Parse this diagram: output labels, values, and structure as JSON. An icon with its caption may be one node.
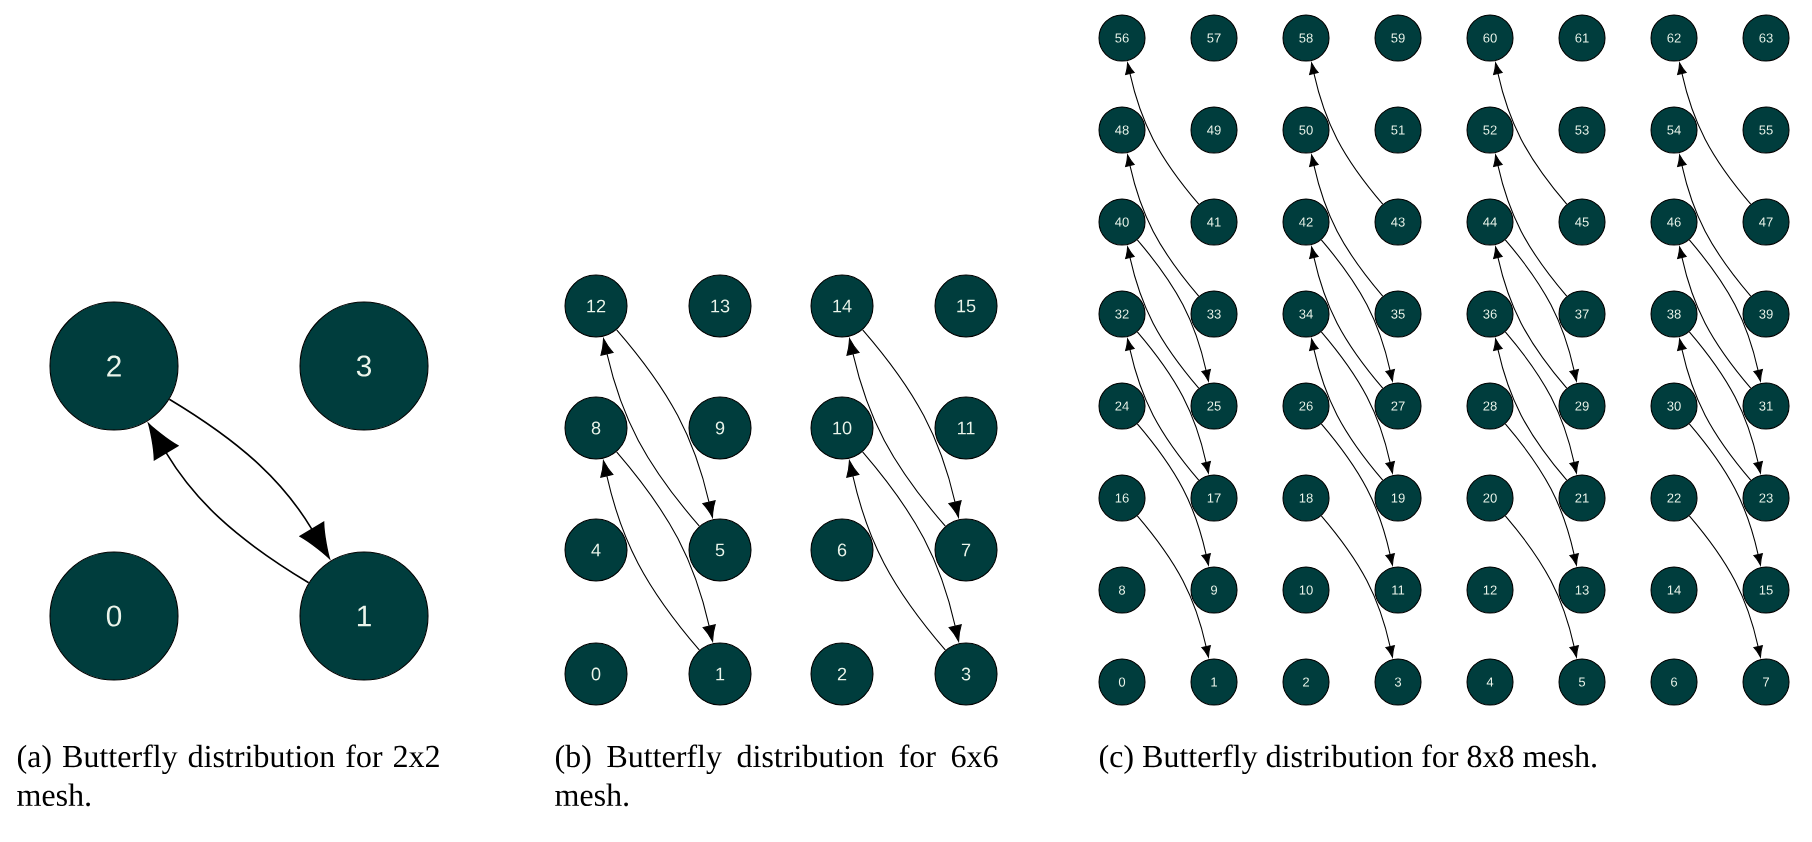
{
  "diagram": {
    "nodes": [
      {
        "text": [
          "0"
        ]
      },
      {
        "text": [
          "1"
        ]
      },
      {
        "text": [
          "2"
        ]
      },
      {
        "text": [
          "3"
        ]
      },
      {
        "text": [
          "0"
        ]
      },
      {
        "text": [
          "1"
        ]
      },
      {
        "text": [
          "2"
        ]
      },
      {
        "text": [
          "3"
        ]
      },
      {
        "text": [
          "4"
        ]
      },
      {
        "text": [
          "5"
        ]
      },
      {
        "text": [
          "6"
        ]
      },
      {
        "text": [
          "7"
        ]
      },
      {
        "text": [
          "8"
        ]
      },
      {
        "text": [
          "9"
        ]
      },
      {
        "text": [
          "10"
        ]
      },
      {
        "text": [
          "11"
        ]
      },
      {
        "text": [
          "12"
        ]
      },
      {
        "text": [
          "13"
        ]
      },
      {
        "text": [
          "14"
        ]
      },
      {
        "text": [
          "15"
        ]
      },
      {
        "text": [
          "0"
        ]
      },
      {
        "text": [
          "1"
        ]
      },
      {
        "text": [
          "2"
        ]
      },
      {
        "text": [
          "3"
        ]
      },
      {
        "text": [
          "4"
        ]
      },
      {
        "text": [
          "5"
        ]
      },
      {
        "text": [
          "6"
        ]
      },
      {
        "text": [
          "7"
        ]
      },
      {
        "text": [
          "8"
        ]
      },
      {
        "text": [
          "9"
        ]
      },
      {
        "text": [
          "10"
        ]
      },
      {
        "text": [
          "11"
        ]
      },
      {
        "text": [
          "12"
        ]
      },
      {
        "text": [
          "13"
        ]
      },
      {
        "text": [
          "14"
        ]
      },
      {
        "text": [
          "15"
        ]
      },
      {
        "text": [
          "16"
        ]
      },
      {
        "text": [
          "17"
        ]
      },
      {
        "text": [
          "18"
        ]
      },
      {
        "text": [
          "19"
        ]
      },
      {
        "text": [
          "20"
        ]
      },
      {
        "text": [
          "21"
        ]
      },
      {
        "text": [
          "22"
        ]
      },
      {
        "text": [
          "23"
        ]
      },
      {
        "text": [
          "24"
        ]
      },
      {
        "text": [
          "25"
        ]
      },
      {
        "text": [
          "26"
        ]
      },
      {
        "text": [
          "27"
        ]
      },
      {
        "text": [
          "28"
        ]
      },
      {
        "text": [
          "29"
        ]
      },
      {
        "text": [
          "30"
        ]
      },
      {
        "text": [
          "31"
        ]
      },
      {
        "text": [
          "32"
        ]
      },
      {
        "text": [
          "33"
        ]
      },
      {
        "text": [
          "34"
        ]
      },
      {
        "text": [
          "35"
        ]
      },
      {
        "text": [
          "36"
        ]
      },
      {
        "text": [
          "37"
        ]
      },
      {
        "text": [
          "38"
        ]
      },
      {
        "text": [
          "39"
        ]
      },
      {
        "text": [
          "40"
        ]
      },
      {
        "text": [
          "41"
        ]
      },
      {
        "text": [
          "42"
        ]
      },
      {
        "text": [
          "43"
        ]
      },
      {
        "text": [
          "44"
        ]
      },
      {
        "text": [
          "45"
        ]
      },
      {
        "text": [
          "46"
        ]
      },
      {
        "text": [
          "47"
        ]
      },
      {
        "text": [
          "48"
        ]
      },
      {
        "text": [
          "49"
        ]
      },
      {
        "text": [
          "50"
        ]
      },
      {
        "text": [
          "51"
        ]
      },
      {
        "text": [
          "52"
        ]
      },
      {
        "text": [
          "53"
        ]
      },
      {
        "text": [
          "54"
        ]
      },
      {
        "text": [
          "55"
        ]
      },
      {
        "text": [
          "56"
        ]
      },
      {
        "text": [
          "57"
        ]
      },
      {
        "text": [
          "58"
        ]
      },
      {
        "text": [
          "59"
        ]
      },
      {
        "text": [
          "60"
        ]
      },
      {
        "text": [
          "61"
        ]
      },
      {
        "text": [
          "62"
        ]
      },
      {
        "text": [
          "63"
        ]
      }
    ],
    "edges": [
      {
        "from": 2,
        "to": 1,
        "arrow": "to"
      },
      {
        "from": 1,
        "to": 2,
        "arrow": "to"
      },
      {
        "from": 12,
        "to": 5,
        "arrow": "to"
      },
      {
        "from": 5,
        "to": 12,
        "arrow": "to"
      },
      {
        "from": 16,
        "to": 9,
        "arrow": "to"
      },
      {
        "from": 9,
        "to": 16,
        "arrow": "to"
      },
      {
        "from": 14,
        "to": 7,
        "arrow": "to"
      },
      {
        "from": 7,
        "to": 14,
        "arrow": "to"
      },
      {
        "from": 18,
        "to": 11,
        "arrow": "to"
      },
      {
        "from": 11,
        "to": 18,
        "arrow": "to"
      },
      {
        "from": 36,
        "to": 21,
        "arrow": "to"
      },
      {
        "from": 44,
        "to": 29,
        "arrow": "to"
      },
      {
        "from": 52,
        "to": 37,
        "arrow": "to"
      },
      {
        "from": 60,
        "to": 45,
        "arrow": "to"
      },
      {
        "from": 37,
        "to": 52,
        "arrow": "to"
      },
      {
        "from": 45,
        "to": 60,
        "arrow": "to"
      },
      {
        "from": 53,
        "to": 68,
        "arrow": "to"
      },
      {
        "from": 61,
        "to": 76,
        "arrow": "to"
      },
      {
        "from": 38,
        "to": 23,
        "arrow": "to"
      },
      {
        "from": 46,
        "to": 31,
        "arrow": "to"
      },
      {
        "from": 54,
        "to": 39,
        "arrow": "to"
      },
      {
        "from": 62,
        "to": 47,
        "arrow": "to"
      },
      {
        "from": 39,
        "to": 54,
        "arrow": "to"
      },
      {
        "from": 47,
        "to": 62,
        "arrow": "to"
      },
      {
        "from": 55,
        "to": 70,
        "arrow": "to"
      },
      {
        "from": 63,
        "to": 78,
        "arrow": "to"
      },
      {
        "from": 40,
        "to": 25,
        "arrow": "to"
      },
      {
        "from": 48,
        "to": 33,
        "arrow": "to"
      },
      {
        "from": 56,
        "to": 41,
        "arrow": "to"
      },
      {
        "from": 64,
        "to": 49,
        "arrow": "to"
      },
      {
        "from": 41,
        "to": 56,
        "arrow": "to"
      },
      {
        "from": 49,
        "to": 64,
        "arrow": "to"
      },
      {
        "from": 57,
        "to": 72,
        "arrow": "to"
      },
      {
        "from": 65,
        "to": 80,
        "arrow": "to"
      },
      {
        "from": 42,
        "to": 27,
        "arrow": "to"
      },
      {
        "from": 50,
        "to": 35,
        "arrow": "to"
      },
      {
        "from": 58,
        "to": 43,
        "arrow": "to"
      },
      {
        "from": 66,
        "to": 51,
        "arrow": "to"
      },
      {
        "from": 43,
        "to": 58,
        "arrow": "to"
      },
      {
        "from": 51,
        "to": 66,
        "arrow": "to"
      },
      {
        "from": 59,
        "to": 74,
        "arrow": "to"
      },
      {
        "from": 67,
        "to": 82,
        "arrow": "to"
      }
    ],
    "labels": [
      "(a) Butterfly distribution for 2x2 mesh.",
      "(b) Butterfly distribution for 6x6 mesh.",
      "(c) Butterfly distribution for 8x8 mesh."
    ]
  }
}
